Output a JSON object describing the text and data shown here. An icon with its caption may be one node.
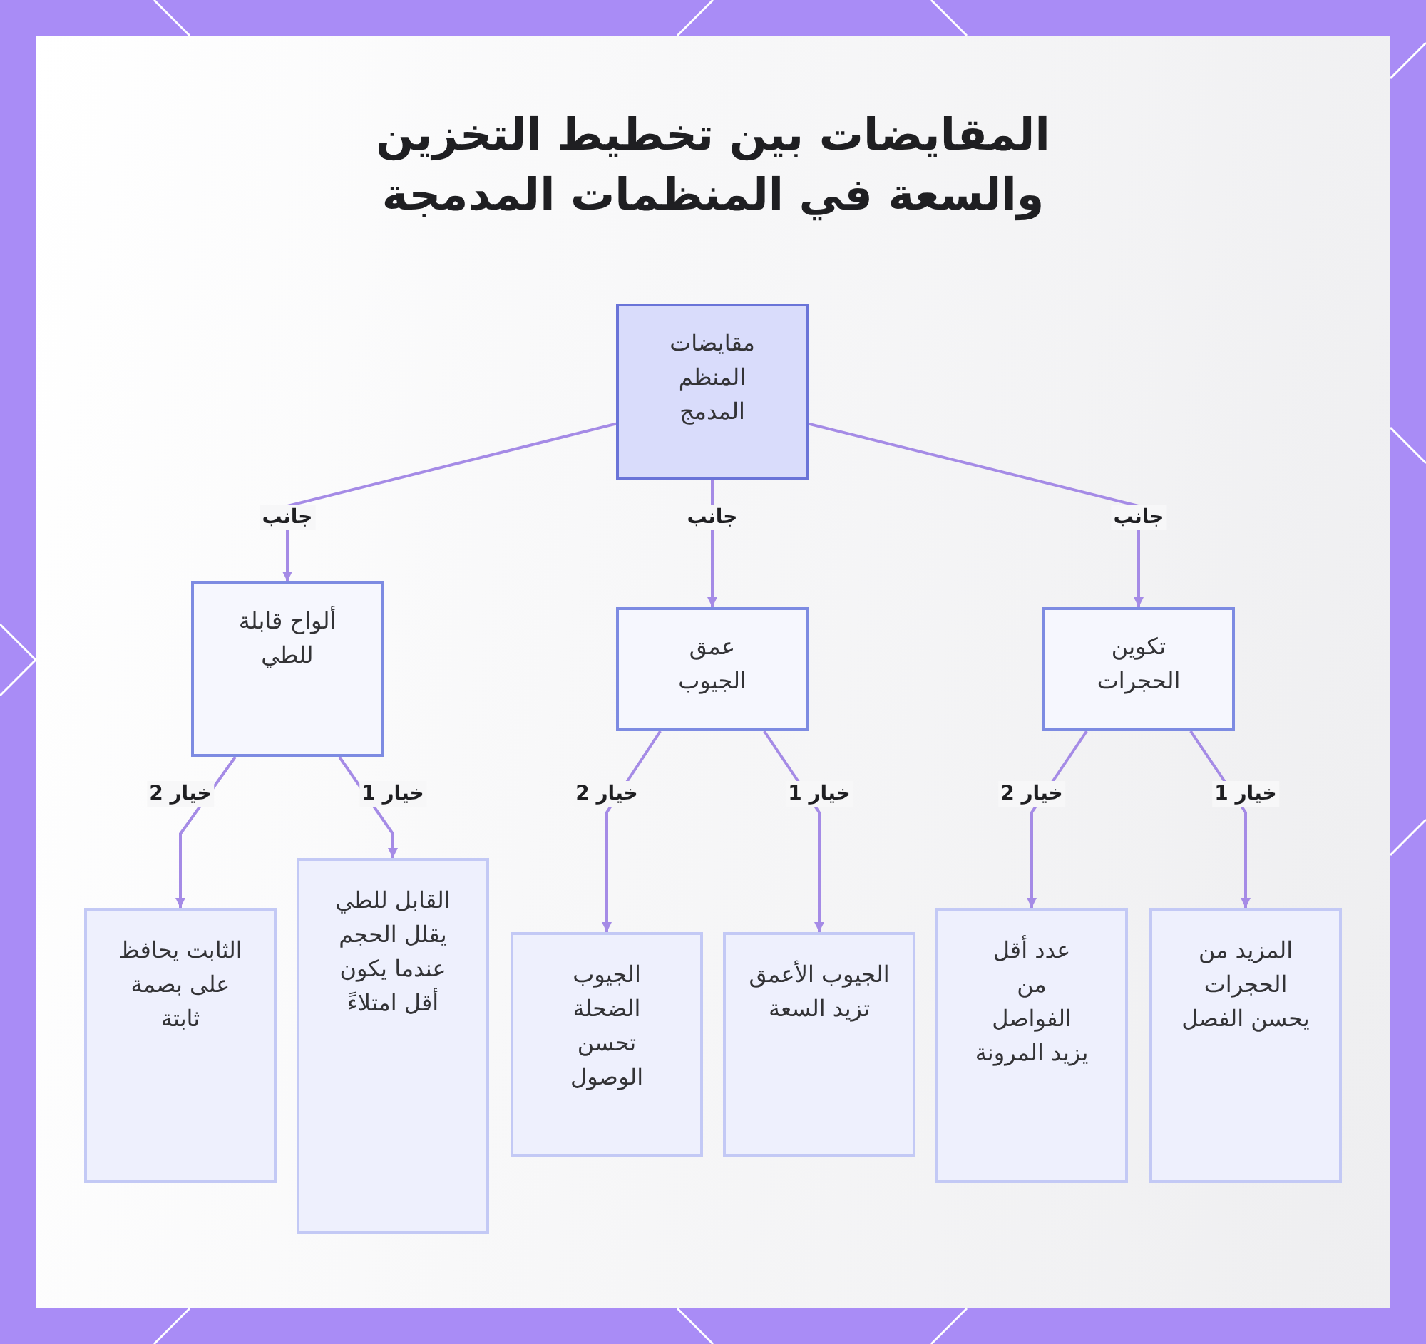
{
  "diagram": {
    "title": "المقايضات بين تخطيط التخزين والسعة في المنظمات المدمجة",
    "nodes": [
      {
        "text": [
          "مقايضات المنظم المدمج"
        ]
      },
      {
        "text": [
          "تكوين الحجرات"
        ]
      },
      {
        "text": [
          "عمق الجيوب"
        ]
      },
      {
        "text": [
          "ألواح قابلة للطي"
        ]
      },
      {
        "text": [
          "المزيد من الحجرات يحسن الفصل"
        ]
      },
      {
        "text": [
          "عدد أقل من الفواصل يزيد المرونة"
        ]
      },
      {
        "text": [
          "الجيوب الأعمق تزيد السعة"
        ]
      },
      {
        "text": [
          "الجيوب الضحلة تحسن الوصول"
        ]
      },
      {
        "text": [
          "القابل للطي يقلل الحجم عندما يكون أقل امتلاءً"
        ]
      },
      {
        "text": [
          "الثابت يحافظ على بصمة ثابتة"
        ]
      }
    ],
    "edges": [
      {
        "from": 0,
        "to": 1,
        "arrow": "to",
        "label": "جانب"
      },
      {
        "from": 0,
        "to": 2,
        "arrow": "to",
        "label": "جانب"
      },
      {
        "from": 0,
        "to": 3,
        "arrow": "to",
        "label": "جانب"
      },
      {
        "from": 1,
        "to": 4,
        "arrow": "to",
        "label": "خيار 1"
      },
      {
        "from": 1,
        "to": 5,
        "arrow": "to",
        "label": "خيار 2"
      },
      {
        "from": 2,
        "to": 6,
        "arrow": "to",
        "label": "خيار 1"
      },
      {
        "from": 2,
        "to": 7,
        "arrow": "to",
        "label": "خيار 2"
      },
      {
        "from": 3,
        "to": 8,
        "arrow": "to",
        "label": "خيار 1"
      },
      {
        "from": 3,
        "to": 9,
        "arrow": "to",
        "label": "خيار 2"
      }
    ]
  }
}
